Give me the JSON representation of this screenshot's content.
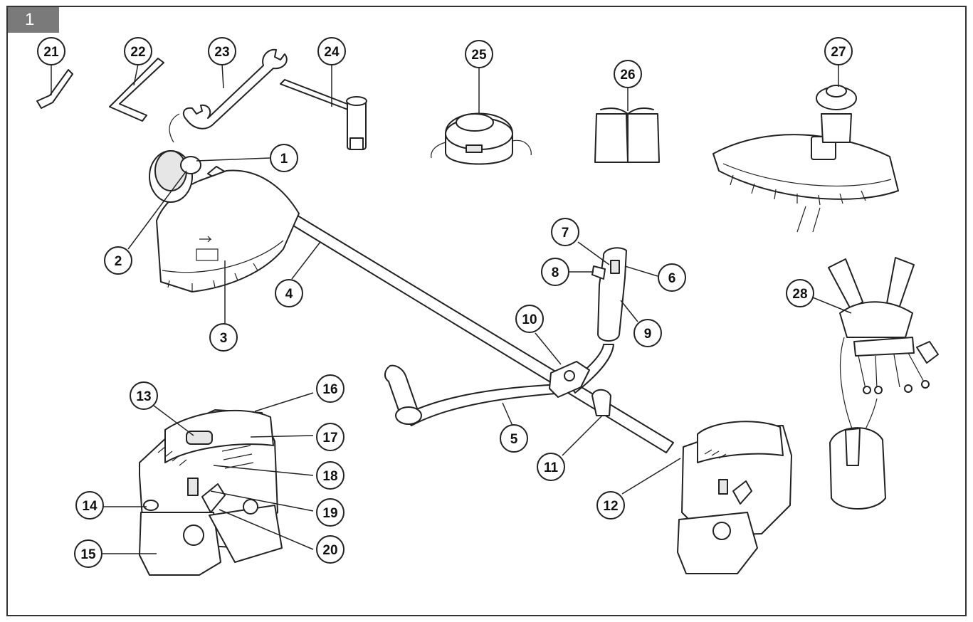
{
  "figure": {
    "number": "1"
  },
  "callouts": [
    "1",
    "2",
    "3",
    "4",
    "5",
    "6",
    "7",
    "8",
    "9",
    "10",
    "11",
    "12",
    "13",
    "14",
    "15",
    "16",
    "17",
    "18",
    "19",
    "20",
    "21",
    "22",
    "23",
    "24",
    "25",
    "26",
    "27",
    "28"
  ]
}
